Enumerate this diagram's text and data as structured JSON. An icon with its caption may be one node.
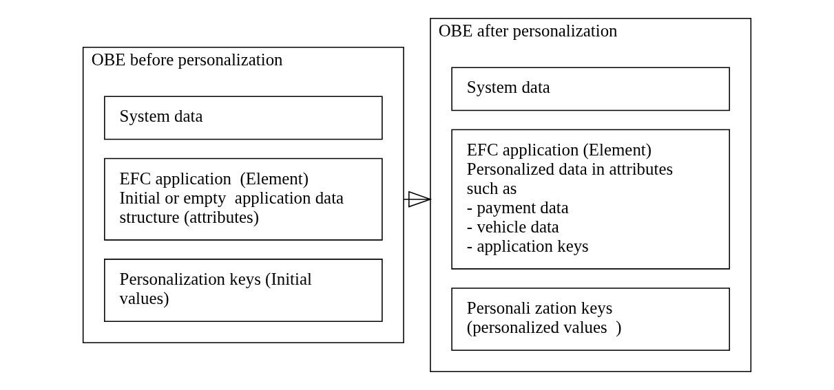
{
  "diagram": {
    "nodes": [
      {
        "text": [
          "OBE before personalization"
        ]
      },
      {
        "text": [
          "System data"
        ],
        "in": 0
      },
      {
        "text": [
          "EFC application  (Element)",
          "Initial or empty  application data structure (attributes)"
        ],
        "in": 0
      },
      {
        "text": [
          "Personalization keys (Initial values)"
        ],
        "in": 0
      },
      {
        "text": [
          "OBE after personalization"
        ]
      },
      {
        "text": [
          "System data"
        ],
        "in": 4
      },
      {
        "text": [
          "EFC application (Element)",
          "Personalized data in attributes such as",
          "- payment data",
          "- vehicle data",
          "- application keys"
        ],
        "in": 4
      },
      {
        "text": [
          "Personali zation keys (personalized values  )"
        ],
        "in": 4
      }
    ],
    "edges": [
      {
        "from": 0,
        "to": 4,
        "arrow": "to"
      }
    ]
  }
}
